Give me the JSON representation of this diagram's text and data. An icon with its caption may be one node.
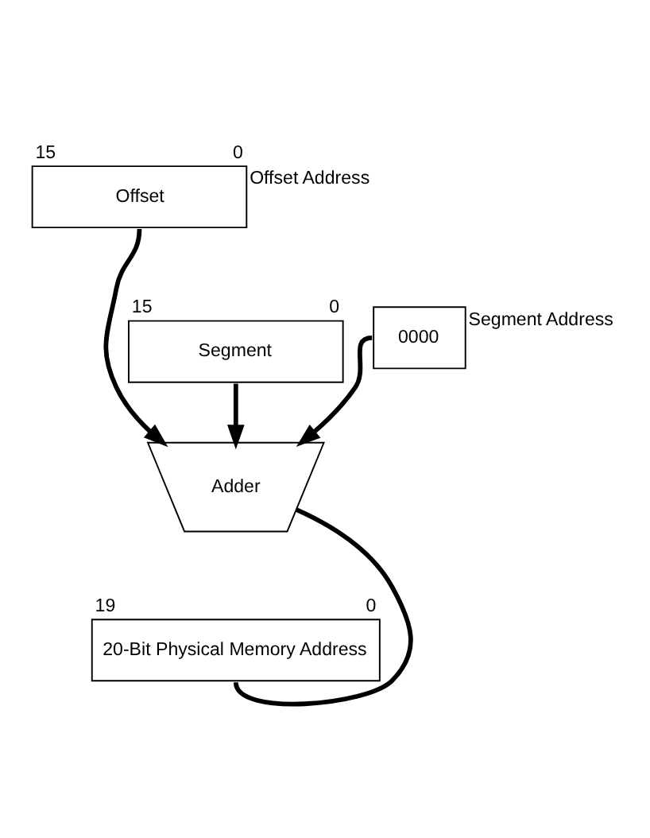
{
  "diagram": {
    "nodes": [
      {
        "text": [
          "Offset"
        ],
        "beside": [
          "15",
          "0",
          "Offset Address"
        ]
      },
      {
        "text": [
          "Segment"
        ],
        "beside": [
          "15",
          "0"
        ]
      },
      {
        "text": [
          "0000"
        ],
        "beside": [
          "Segment Address"
        ]
      },
      {
        "text": [
          "Adder"
        ]
      },
      {
        "text": [
          "20-Bit Physical Memory Address"
        ],
        "beside": [
          "19",
          "0"
        ]
      }
    ],
    "edges": [
      {
        "from": 1,
        "to": 3,
        "arrow": "to"
      },
      {
        "from": 2,
        "to": 3,
        "arrow": "to"
      },
      {
        "from": 0,
        "to": 3,
        "arrow": "to"
      },
      {
        "from": 3,
        "to": 4,
        "arrow": "none"
      }
    ]
  }
}
